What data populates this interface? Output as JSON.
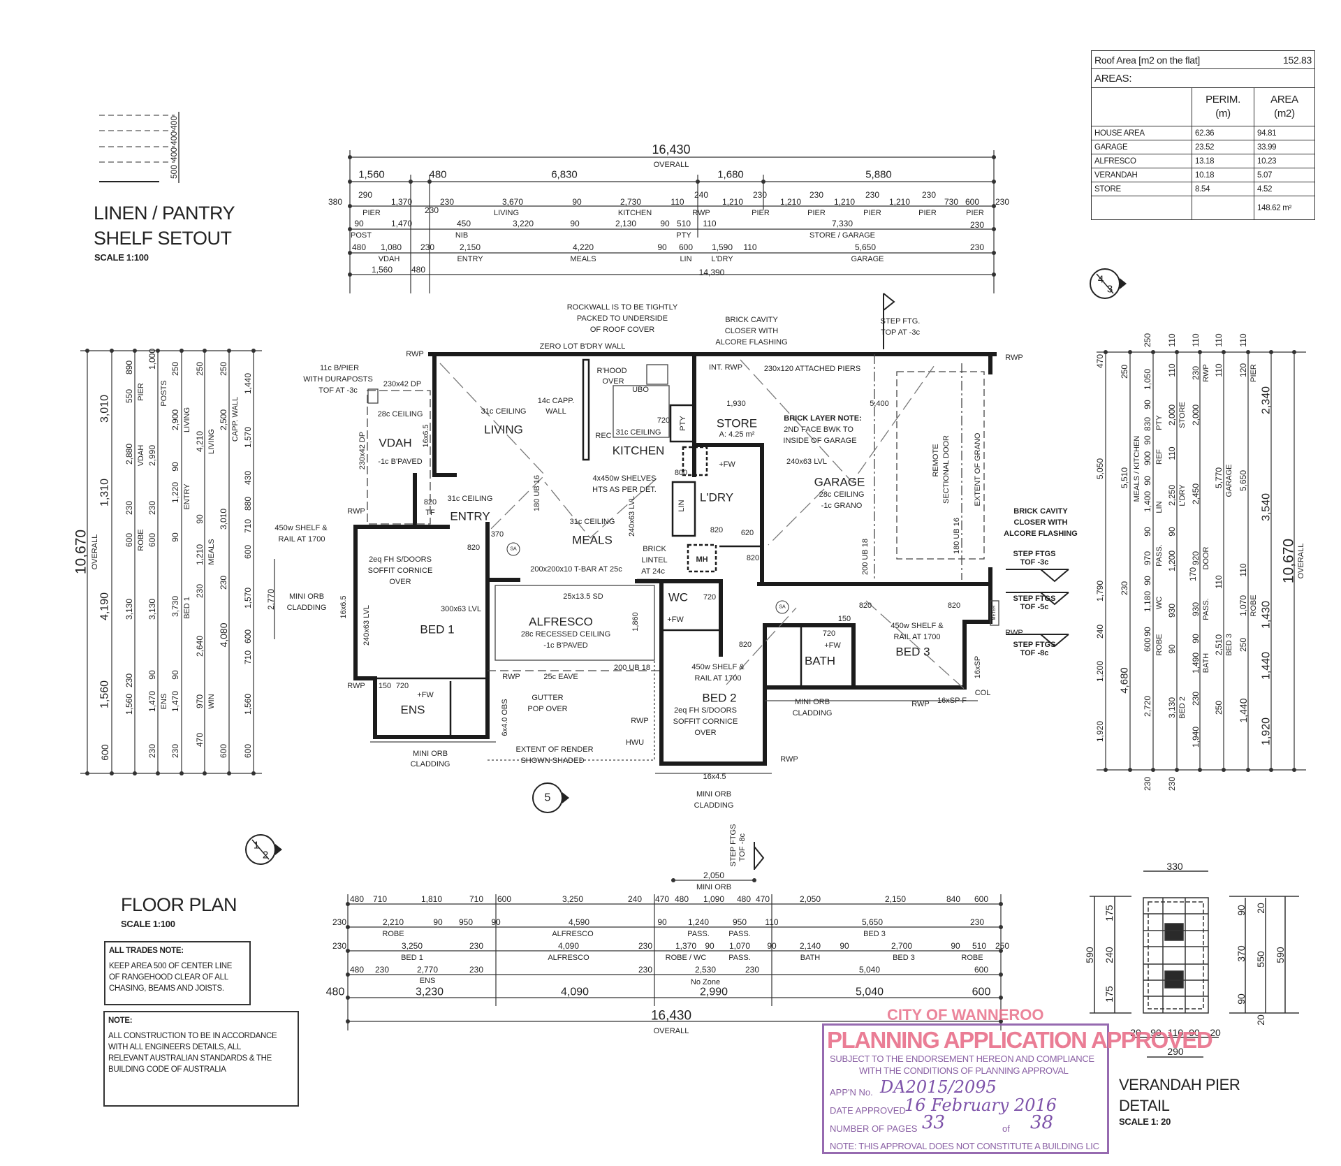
{
  "linen_pantry": {
    "title_line1": "LINEN / PANTRY",
    "title_line2": "SHELF SETOUT",
    "scale": "SCALE 1:100",
    "dims": [
      "400",
      "400",
      "400",
      "500"
    ]
  },
  "floor_plan": {
    "title": "FLOOR PLAN",
    "scale": "SCALE 1:100"
  },
  "notes": {
    "all_trades": {
      "heading": "ALL TRADES NOTE:",
      "lines": [
        "KEEP AREA 500 OF CENTER LINE",
        "OF RANGEHOOD CLEAR OF ALL",
        "CHASING, BEAMS AND JOISTS."
      ]
    },
    "general": {
      "heading": "NOTE:",
      "lines": [
        "ALL CONSTRUCTION TO BE IN ACCORDANCE",
        "WITH ALL ENGINEERS DETAILS, ALL",
        "RELEVANT AUSTRALIAN STANDARDS & THE",
        "BUILDING CODE OF AUSTRALIA"
      ]
    }
  },
  "areas_table": {
    "roof_label": "Roof Area [m2 on the flat]",
    "roof_value": "152.83",
    "areas_label": "AREAS:",
    "col_perim": "PERIM.",
    "col_perim_unit": "(m)",
    "col_area": "AREA",
    "col_area_unit": "(m2)",
    "rows": [
      {
        "name": "HOUSE AREA",
        "perim": "62.36",
        "area": "94.81"
      },
      {
        "name": "GARAGE",
        "perim": "23.52",
        "area": "33.99"
      },
      {
        "name": "ALFRESCO",
        "perim": "13.18",
        "area": "10.23"
      },
      {
        "name": "VERANDAH",
        "perim": "10.18",
        "area": "5.07"
      },
      {
        "name": "STORE",
        "perim": "8.54",
        "area": "4.52"
      }
    ],
    "total": "148.62 m²"
  },
  "rooms": [
    "VDAH",
    "LIVING",
    "KITCHEN",
    "ENTRY",
    "MEALS",
    "BED 1",
    "ALFRESCO",
    "ENS",
    "STORE",
    "L'DRY",
    "GARAGE",
    "WC",
    "BED 2",
    "BATH",
    "BED 3"
  ],
  "annotations": [
    "ROCKWALL IS TO BE TIGHTLY",
    "PACKED TO UNDERSIDE",
    "OF ROOF COVER",
    "ZERO LOT B'DRY WALL",
    "RWP",
    "11c B/PIER",
    "WITH DURAPOSTS",
    "TOF AT -3c",
    "230x42 DP",
    "28c CEILING",
    "-1c B'PAVED",
    "230x42 DP",
    "16x6.5",
    "31c CEILING",
    "14c CAPP.",
    "WALL",
    "R'HOOD",
    "OVER",
    "UBO",
    "REC",
    "720",
    "PTY",
    "31c CEILING",
    "800",
    "4x450w SHELVES",
    "HTS AS PER DET.",
    "LIN",
    "180 UB 16",
    "240x63 LVL",
    "820",
    "TF",
    "31c CEILING",
    "31c CEILING",
    "370",
    "820",
    "BRICK",
    "LINTEL",
    "AT 24c",
    "MH",
    "820",
    "200x200x10 T-BAR AT 25c",
    "2eq FH S/DOORS",
    "SOFFIT CORNICE",
    "OVER",
    "25x13.5 SD",
    "300x63 LVL",
    "240x63 LVL",
    "16x6.5",
    "28c RECESSED CEILING",
    "-1c B'PAVED",
    "1,860",
    "720",
    "200 UB 18",
    "RWP",
    "25c EAVE",
    "RWP",
    "RWP",
    "150",
    "720",
    "+FW",
    "GUTTER",
    "POP OVER",
    "6x4.0 OBS",
    "RWP",
    "HWU",
    "MINI ORB",
    "CLADDING",
    "EXTENT OF RENDER",
    "SHOWN SHADED",
    "450w SHELF &",
    "RAIL AT 1700",
    "MINI ORB",
    "CLADDING",
    "BRICK CAVITY",
    "CLOSER WITH",
    "ALCORE FLASHING",
    "STEP FTG.",
    "TOP AT -3c",
    "RWP",
    "INT. RWP",
    "230x120 ATTACHED PIERS",
    "1,930",
    "5,400",
    "A: 4.25 m²",
    "BRICK LAYER NOTE:",
    "2ND FACE BWK TO",
    "INSIDE OF GARAGE",
    "+FW",
    "240x63 LVL",
    "28c CEILING",
    "-1c GRANO",
    "REMOTE",
    "SECTIONAL DOOR",
    "EXTENT OF GRANO",
    "180 UB 16",
    "200 UB 18",
    "620",
    "820",
    "BRICK CAVITY",
    "CLOSER WITH",
    "ALCORE FLASHING",
    "STEP FTGS",
    "TOF -3c",
    "STEP FTGS",
    "TOF -5c",
    "STEP FTGS",
    "TOF -8c",
    "RWP",
    "SA",
    "820",
    "820",
    "150",
    "450w SHELF &",
    "RAIL AT 1700",
    "720",
    "+FW",
    "16xSP",
    "COL",
    "RWP",
    "16xSP F",
    "MINI ORB",
    "CLADDING",
    "+FW",
    "820",
    "450w SHELF &",
    "RAIL AT 1700",
    "2eq FH S/DOORS",
    "SOFFIT CORNICE",
    "OVER",
    "RWP",
    "16x4.5",
    "MINI ORB",
    "CLADDING",
    "STEP FTGS",
    "TOF -8c",
    "SA",
    "METER"
  ],
  "markers": [
    {
      "top": "4",
      "bottom": "3"
    },
    {
      "top": "1",
      "bottom": "2"
    },
    {
      "top": "5",
      "bottom": ""
    }
  ],
  "dimensions": {
    "top": [
      "16,430",
      "OVERALL",
      "1,560",
      "480",
      "6,830",
      "1,680",
      "5,880",
      "380",
      "290",
      "1,370",
      "230",
      "230",
      "3,670",
      "90",
      "2,730",
      "110",
      "240",
      "1,210",
      "230",
      "1,210",
      "230",
      "1,210",
      "230",
      "1,210",
      "230",
      "730",
      "600",
      "230",
      "PIER",
      "LIVING",
      "KITCHEN",
      "RWP",
      "PIER",
      "PIER",
      "PIER",
      "PIER",
      "PIER",
      "90",
      "1,470",
      "450",
      "3,220",
      "90",
      "2,130",
      "90",
      "510",
      "110",
      "7,330",
      "230",
      "POST",
      "NIB",
      "PTY",
      "STORE / GARAGE",
      "480",
      "1,080",
      "230",
      "2,150",
      "4,220",
      "90",
      "600",
      "1,590",
      "110",
      "5,650",
      "230",
      "VDAH",
      "ENTRY",
      "MEALS",
      "LIN",
      "L'DRY",
      "GARAGE",
      "1,560",
      "480",
      "14,390"
    ],
    "bottom": [
      "2,050",
      "MINI ORB",
      "480",
      "710",
      "1,810",
      "710",
      "600",
      "3,250",
      "240",
      "470",
      "480",
      "1,090",
      "480",
      "470",
      "2,050",
      "2,150",
      "840",
      "600",
      "230",
      "2,210",
      "90",
      "950",
      "90",
      "4,590",
      "90",
      "1,240",
      "950",
      "110",
      "5,650",
      "230",
      "ROBE",
      "ALFRESCO",
      "PASS.",
      "PASS.",
      "BED 3",
      "230",
      "3,250",
      "230",
      "4,090",
      "230",
      "1,370",
      "90",
      "1,070",
      "90",
      "2,140",
      "90",
      "2,700",
      "90",
      "510",
      "250",
      "BED 1",
      "ALFRESCO",
      "ROBE / WC",
      "PASS.",
      "BATH",
      "BED 3",
      "ROBE",
      "480",
      "230",
      "2,770",
      "230",
      "230",
      "2,530",
      "230",
      "5,040",
      "600",
      "ENS",
      "No Zone",
      "480",
      "3,230",
      "4,090",
      "2,990",
      "5,040",
      "600",
      "16,430",
      "OVERALL"
    ],
    "left": [
      "10,670",
      "OVERALL",
      "3,010",
      "1,310",
      "4,190",
      "1,560",
      "600",
      "890",
      "550",
      "2,880",
      "230",
      "600",
      "3,130",
      "230",
      "1,560",
      "PIER",
      "VDAH",
      "ROBE",
      "1,000",
      "2,990",
      "230",
      "600",
      "3,130",
      "90",
      "1,470",
      "230",
      "POSTS",
      "ENS",
      "250",
      "2,900",
      "90",
      "1,220",
      "90",
      "3,730",
      "90",
      "1,470",
      "230",
      "LIVING",
      "ENTRY",
      "BED 1",
      "250",
      "4,210",
      "90",
      "1,210",
      "230",
      "2,640",
      "970",
      "470",
      "LIVING",
      "MEALS",
      "WIN",
      "250",
      "2,500",
      "3,010",
      "230",
      "4,080",
      "600",
      "CAPP. WALL",
      "1,440",
      "1,570",
      "430",
      "880",
      "710",
      "600",
      "1,570",
      "600",
      "710",
      "1,560",
      "600",
      "2,770"
    ],
    "right": [
      "470",
      "5,050",
      "1,790",
      "240",
      "1,200",
      "1,920",
      "250",
      "5,510",
      "230",
      "4,680",
      "250",
      "1,050",
      "90",
      "830",
      "90",
      "900",
      "90",
      "1,400",
      "90",
      "970",
      "90",
      "1,180",
      "90",
      "600",
      "2,720",
      "230",
      "MEALS / KITCHEN",
      "PTY",
      "REF",
      "LIN",
      "PASS.",
      "WC",
      "ROBE",
      "110",
      "110",
      "2,000",
      "110",
      "2,250",
      "90",
      "1,200",
      "930",
      "90",
      "3,130",
      "230",
      "STORE",
      "L'DRY",
      "BED 2",
      "110",
      "230",
      "2,000",
      "2,450",
      "920",
      "170",
      "930",
      "90",
      "1,490",
      "230",
      "1,940",
      "RWP",
      "DOOR",
      "PASS.",
      "BATH",
      "110",
      "110",
      "5,770",
      "110",
      "2,510",
      "250",
      "GARAGE",
      "BED 3",
      "110",
      "120",
      "5,650",
      "110",
      "1,070",
      "250",
      "1,440",
      "PIER",
      "ROBE",
      "2,340",
      "3,540",
      "1,430",
      "1,440",
      "1,920",
      "10,670",
      "OVERALL"
    ],
    "pier": [
      "330",
      "590",
      "175",
      "240",
      "175",
      "90",
      "370",
      "90",
      "20",
      "550",
      "20",
      "590",
      "20",
      "90",
      "110",
      "90",
      "20",
      "290"
    ]
  },
  "verandah_pier": {
    "title_line1": "VERANDAH PIER",
    "title_line2": "DETAIL",
    "scale": "SCALE 1: 20"
  },
  "stamp": {
    "council": "CITY OF WANNEROO",
    "heading": "PLANNING APPLICATION APPROVED",
    "subject_line1": "SUBJECT TO THE ENDORSEMENT HEREON AND COMPLIANCE",
    "subject_line2": "WITH THE CONDITIONS OF PLANNING APPROVAL",
    "app_label": "APP'N No.",
    "app_value": "DA2015/2095",
    "date_label": "DATE APPROVED",
    "date_value": "16 February 2016",
    "pages_label": "NUMBER OF PAGES",
    "pages_value": "33",
    "pages_of": "of",
    "pages_total": "38",
    "note": "NOTE: THIS APPROVAL DOES NOT CONSTITUTE A BUILDING LIC"
  },
  "colors": {
    "wall": "#1b1b1b",
    "stamp_pink": "#e8708a",
    "stamp_purple": "#7e4f9b"
  }
}
